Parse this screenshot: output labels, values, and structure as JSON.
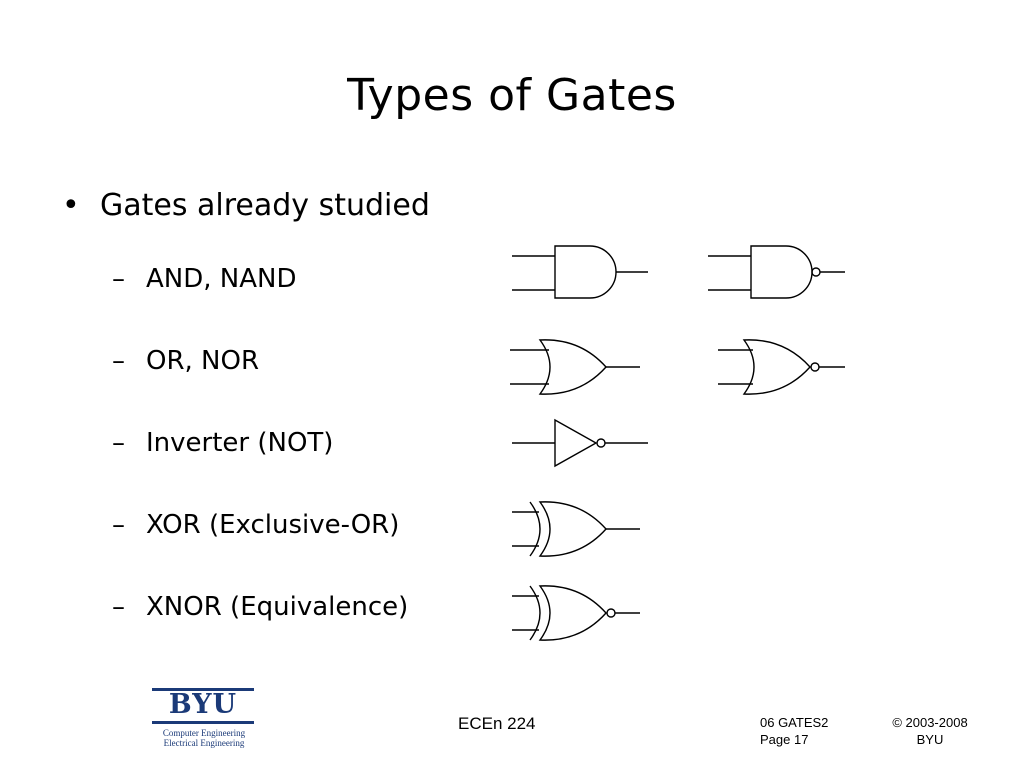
{
  "slide": {
    "title": "Types of Gates",
    "bullet": "Gates already studied",
    "bullet_marker": "•",
    "sub_marker": "–",
    "items": [
      "AND, NAND",
      "OR, NOR",
      "Inverter (NOT)",
      "XOR (Exclusive-OR)",
      "XNOR (Equivalence)"
    ]
  },
  "footer": {
    "logo_word": "BYU",
    "logo_line1": "Computer Engineering",
    "logo_line2": "Electrical Engineering",
    "course": "ECEn 224",
    "file": "06 GATES2",
    "page": "Page 17",
    "copyright": "© 2003-2008",
    "org": "BYU"
  },
  "gates": [
    "and-gate-icon",
    "nand-gate-icon",
    "or-gate-icon",
    "nor-gate-icon",
    "not-gate-icon",
    "xor-gate-icon",
    "xnor-gate-icon"
  ],
  "colors": {
    "logo": "#1b3a78",
    "text": "#000000"
  }
}
